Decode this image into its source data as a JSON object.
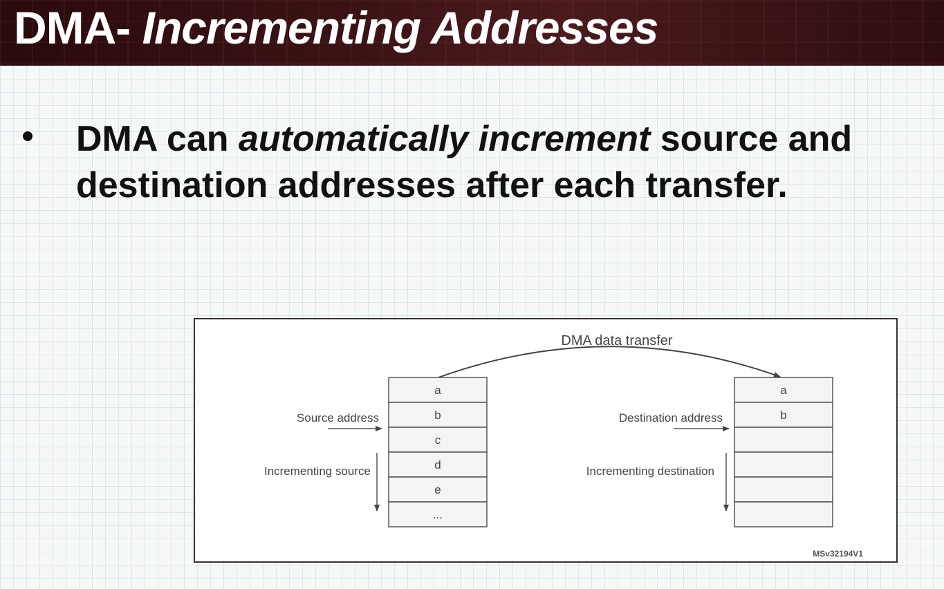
{
  "slide": {
    "title_prefix": "DMA- ",
    "title_emphasis": "Incrementing  Addresses",
    "bullet": {
      "part1": "DMA can ",
      "emphasis": "automatically increment",
      "part2": " source and destination addresses after each transfer."
    }
  },
  "diagram": {
    "transfer_label": "DMA data transfer",
    "source_label": "Source address",
    "source_increment_label": "Incrementing source",
    "destination_label": "Destination address",
    "destination_increment_label": "Incrementing destination",
    "source_cells": [
      "a",
      "b",
      "c",
      "d",
      "e",
      "..."
    ],
    "destination_cells": [
      "a",
      "b",
      "",
      "",
      "",
      ""
    ],
    "figure_id": "MSv32194V1"
  },
  "colors": {
    "header_bg": "#3a1214",
    "title_text": "#ffffff",
    "body_text": "#111111",
    "cell_fill": "#f4f4f4",
    "diagram_line": "#555555"
  }
}
